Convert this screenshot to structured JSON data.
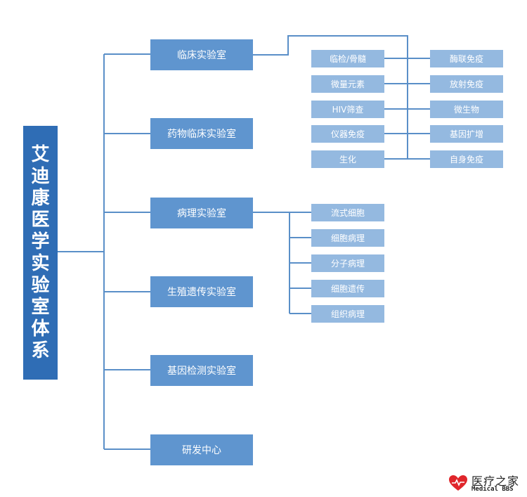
{
  "root": {
    "title_chars": [
      "艾",
      "迪",
      "康",
      "医",
      "学",
      "实",
      "验",
      "室",
      "体",
      "系"
    ]
  },
  "labs": [
    {
      "label": "临床实验室"
    },
    {
      "label": "药物临床实验室"
    },
    {
      "label": "病理实验室"
    },
    {
      "label": "生殖遗传实验室"
    },
    {
      "label": "基因检测实验室"
    },
    {
      "label": "研发中心"
    }
  ],
  "clinical_left": [
    "临检/骨髓",
    "微量元素",
    "HIV筛查",
    "仪器免疫",
    "生化"
  ],
  "clinical_right": [
    "酶联免疫",
    "放射免疫",
    "微生物",
    "基因扩增",
    "自身免疫"
  ],
  "pathology": [
    "流式细胞",
    "细胞病理",
    "分子病理",
    "细胞遗传",
    "组织病理"
  ],
  "watermark": {
    "cn": "医疗之家",
    "en": "Medical BBS"
  },
  "colors": {
    "root": "#2f6db5",
    "lab": "#5f95cf",
    "sub": "#94b9e0",
    "line": "#5a8fc8",
    "heart": "#e0262b"
  }
}
